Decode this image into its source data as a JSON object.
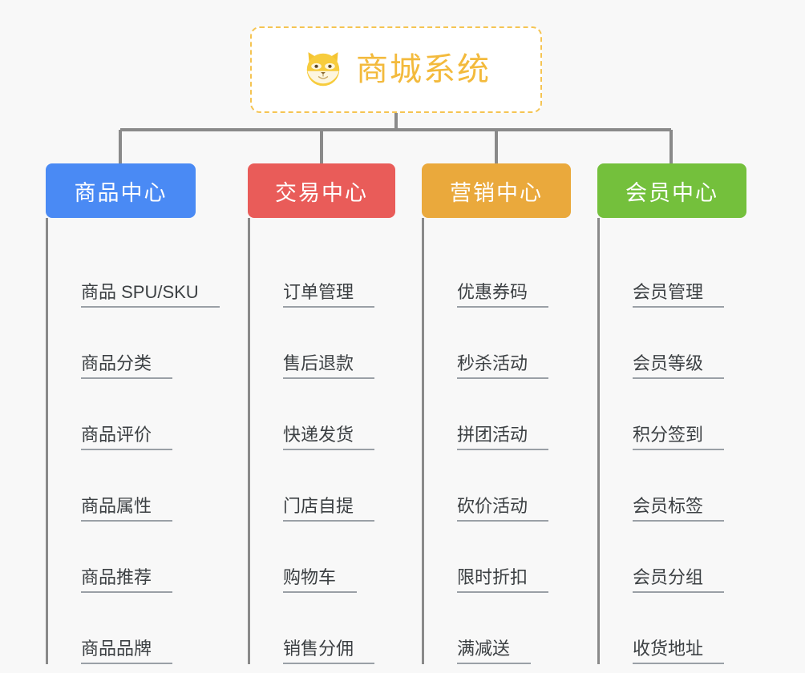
{
  "page": {
    "background_color": "#f8f8f8",
    "line_color": "#8a8a8a"
  },
  "root": {
    "title": "商城系统",
    "icon": "dog-face-icon",
    "border_color": "#f5c452",
    "text_color": "#f3ba3c",
    "background_color": "#ffffff"
  },
  "branches": [
    {
      "label": "商品中心",
      "color": "#4a8af4",
      "items": [
        "商品 SPU/SKU",
        "商品分类",
        "商品评价",
        "商品属性",
        "商品推荐",
        "商品品牌"
      ]
    },
    {
      "label": "交易中心",
      "color": "#e95c59",
      "items": [
        "订单管理",
        "售后退款",
        "快递发货",
        "门店自提",
        "购物车",
        "销售分佣"
      ]
    },
    {
      "label": "营销中心",
      "color": "#eaa93c",
      "items": [
        "优惠券码",
        "秒杀活动",
        "拼团活动",
        "砍价活动",
        "限时折扣",
        "满减送"
      ]
    },
    {
      "label": "会员中心",
      "color": "#74c03c",
      "items": [
        "会员管理",
        "会员等级",
        "积分签到",
        "会员标签",
        "会员分组",
        "收货地址"
      ]
    }
  ]
}
